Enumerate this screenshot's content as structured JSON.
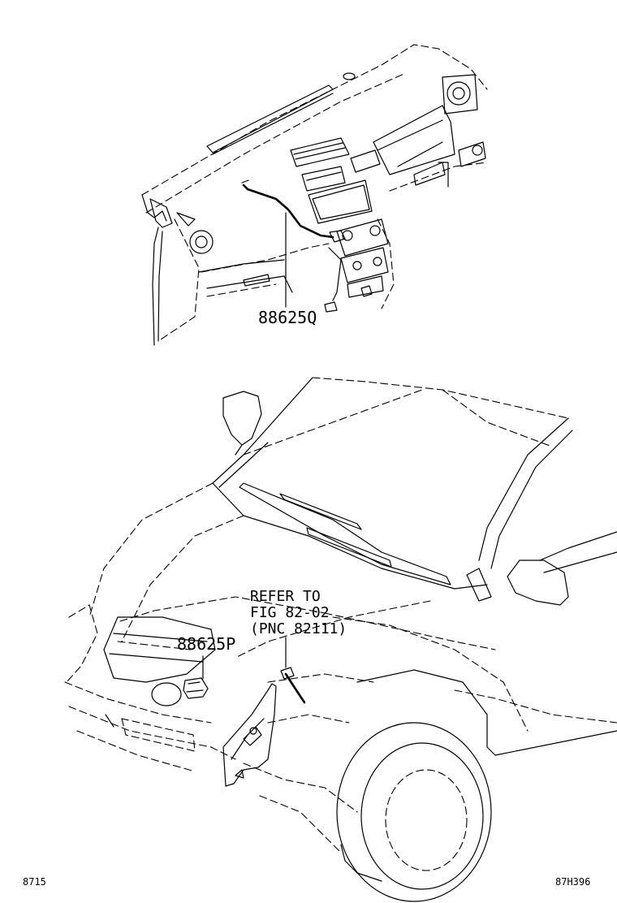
{
  "labels": {
    "part_upper": "88625Q",
    "part_lower": "88625P",
    "refer_line1": "REFER TO",
    "refer_line2": "FIG 82-02",
    "refer_line3": "(PNC 82111)"
  },
  "footer": {
    "left_code": "8715",
    "right_code": "87H396"
  }
}
